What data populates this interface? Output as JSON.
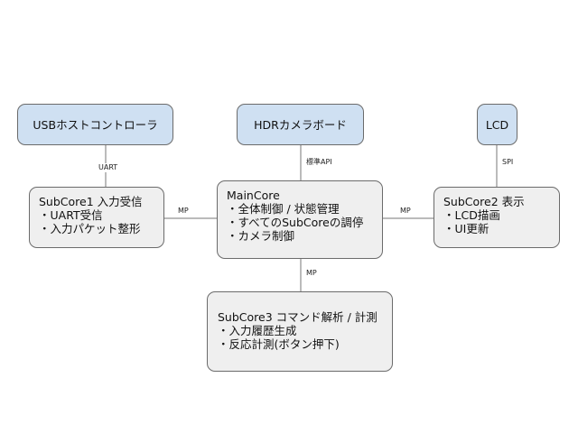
{
  "nodes": {
    "usb": "USBホストコントローラ",
    "hdr": "HDRカメラボード",
    "lcd": "LCD",
    "main": {
      "title": "MainCore",
      "items": [
        "・全体制御 / 状態管理",
        "・すべてのSubCoreの調停",
        "・カメラ制御"
      ]
    },
    "sub1": {
      "title": "SubCore1 入力受信",
      "items": [
        "・UART受信",
        "・入力パケット整形"
      ]
    },
    "sub2": {
      "title": "SubCore2 表示",
      "items": [
        "・LCD描画",
        "・UI更新"
      ]
    },
    "sub3": {
      "title": "SubCore3 コマンド解析 / 計測",
      "items": [
        "・入力履歴生成",
        "・反応計測(ボタン押下)"
      ]
    }
  },
  "edges": {
    "usb_sub1": "UART",
    "hdr_main": "標準API",
    "lcd_sub2": "SPI",
    "sub1_main": "MP",
    "main_sub2": "MP",
    "main_sub3": "MP"
  }
}
